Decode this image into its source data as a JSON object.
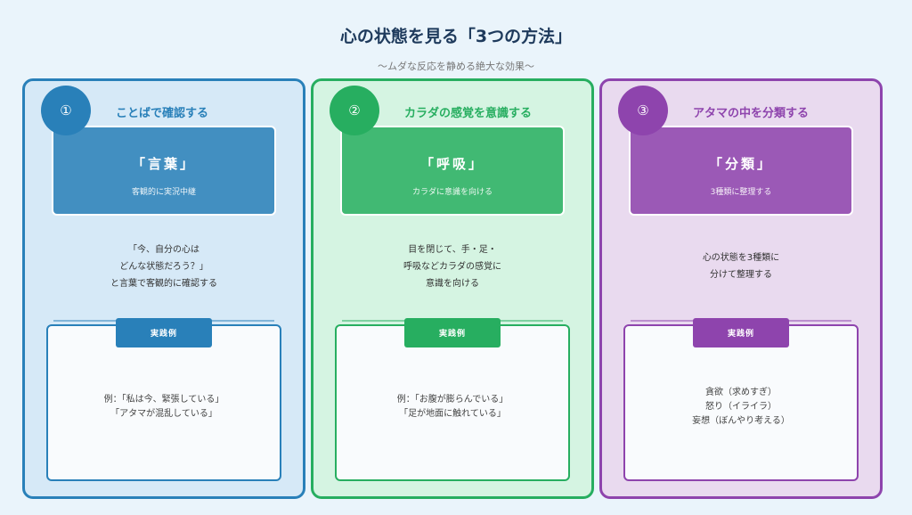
{
  "title": "心の状態を見る「3つの方法」",
  "subtitle": "〜ムダな反応を静める絶大な効果〜",
  "panels": [
    {
      "number": "①",
      "heading": "ことばで確認する",
      "keyword": "「言葉」",
      "keyword_sub": "客観的に実況中継",
      "description": "「今、自分の心は\nどんな状態だろう？」\nと言葉で客観的に確認する",
      "example_label": "実践例",
      "example": "例：「私は今、緊張している」\n「アタマが混乱している」",
      "colors": {
        "accent": "#2980b9",
        "box": "#428fc1",
        "bg": "#d6e9f7"
      }
    },
    {
      "number": "②",
      "heading": "カラダの感覚を意識する",
      "keyword": "「呼吸」",
      "keyword_sub": "カラダに意識を向ける",
      "description": "目を閉じて、手・足・\n呼吸などカラダの感覚に\n意識を向ける",
      "example_label": "実践例",
      "example": "例：「お腹が膨らんでいる」\n「足が地面に触れている」",
      "colors": {
        "accent": "#27ae60",
        "box": "#41b973",
        "bg": "#d5f4e2"
      }
    },
    {
      "number": "③",
      "heading": "アタマの中を分類する",
      "keyword": "「分類」",
      "keyword_sub": "3種類に整理する",
      "description": "心の状態を3種類に\n分けて整理する",
      "example_label": "実践例",
      "example": "貪欲（求めすぎ）\n怒り（イライラ）\n妄想（ぼんやり考える）",
      "colors": {
        "accent": "#8e44ad",
        "box": "#9b59b6",
        "bg": "#e9daef"
      }
    }
  ]
}
